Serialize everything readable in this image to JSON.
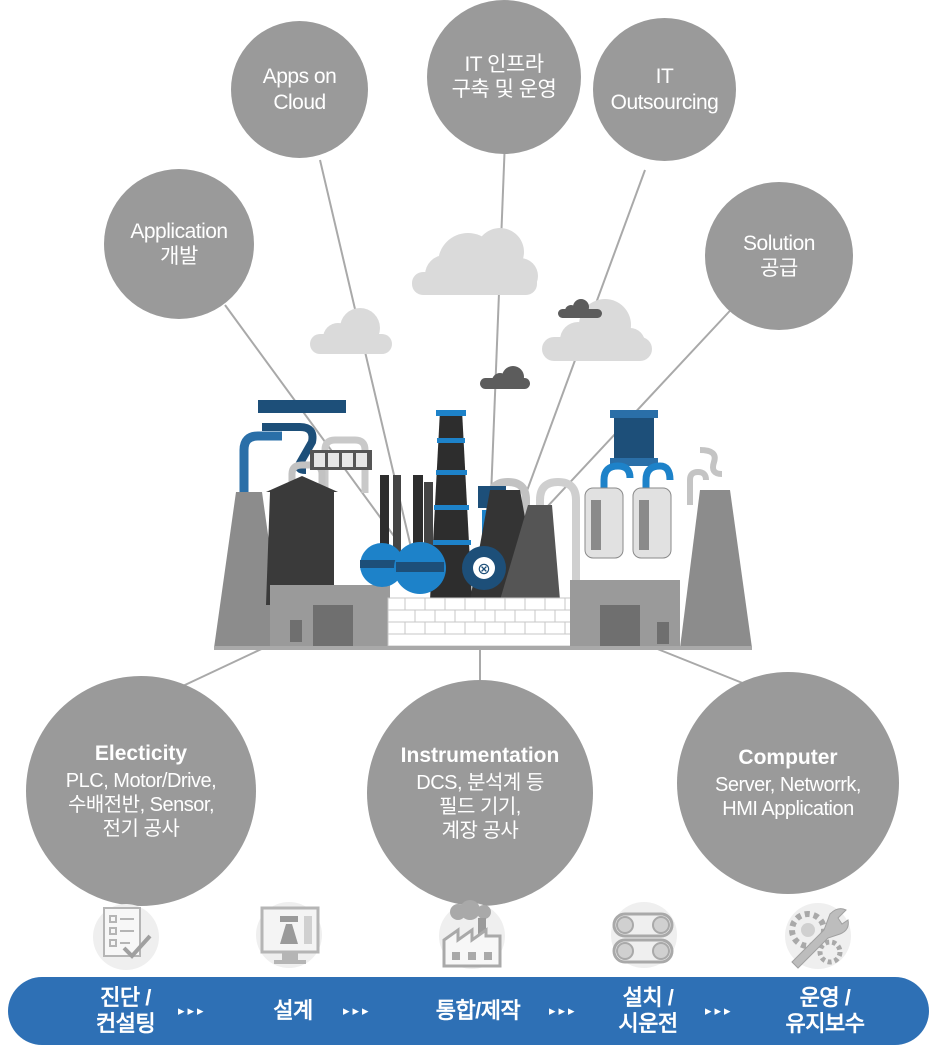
{
  "services": [
    {
      "lines": [
        "Apps on",
        "Cloud"
      ]
    },
    {
      "lines": [
        "IT 인프라",
        "구축 및 운영"
      ]
    },
    {
      "lines": [
        "IT",
        "Outsourcing"
      ]
    },
    {
      "lines": [
        "Application",
        "개발"
      ]
    },
    {
      "lines": [
        "Solution",
        "공급"
      ]
    }
  ],
  "domains": [
    {
      "heading": "Electicity",
      "lines": [
        "PLC, Motor/Drive,",
        "수배전반, Sensor,",
        "전기 공사"
      ]
    },
    {
      "heading": "Instrumentation",
      "lines": [
        "DCS, 분석계 등",
        "필드 기기,",
        "계장 공사"
      ]
    },
    {
      "heading": "Computer",
      "lines": [
        "Server, Networrk,",
        "HMI Application"
      ]
    }
  ],
  "process_icons": [
    "checklist-icon",
    "design-monitor-icon",
    "factory-icon",
    "conveyor-icon",
    "gears-wrench-icon"
  ],
  "process": [
    {
      "lines": [
        "진단 /",
        "컨설팅"
      ]
    },
    {
      "lines": [
        "설계"
      ]
    },
    {
      "lines": [
        "통합/제작"
      ]
    },
    {
      "lines": [
        "설치 /",
        "시운전"
      ]
    },
    {
      "lines": [
        "운영 /",
        "유지보수"
      ]
    }
  ],
  "arrow_glyph": "▸▸▸",
  "colors": {
    "bubble": "#9a9a9a",
    "bar": "#2e70b5",
    "accent_blue": "#1d82c9",
    "dark_blue": "#1b4f7a",
    "icon_gray": "#c8c8c8"
  }
}
